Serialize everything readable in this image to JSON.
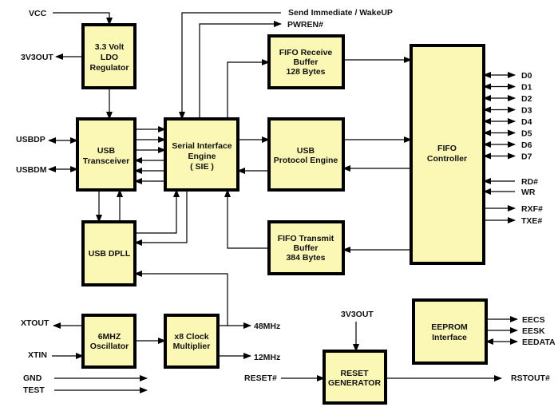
{
  "title": "USB FIFO Interface Block Diagram",
  "blocks": {
    "ldo": [
      "3.3 Volt",
      "LDO",
      "Regulator"
    ],
    "transceiver": [
      "USB",
      "Transceiver"
    ],
    "sie": [
      "Serial Interface",
      "Engine",
      "( SIE )"
    ],
    "fifo_rx": [
      "FIFO Receive",
      "Buffer",
      "128 Bytes"
    ],
    "protocol": [
      "USB",
      "Protocol Engine"
    ],
    "fifo_ctrl": [
      "FIFO",
      "Controller"
    ],
    "dpll": [
      "USB DPLL"
    ],
    "fifo_tx": [
      "FIFO Transmit",
      "Buffer",
      "384 Bytes"
    ],
    "osc": [
      "6MHZ",
      "Oscillator"
    ],
    "clkmul": [
      "x8 Clock",
      "Multiplier"
    ],
    "reset": [
      "RESET",
      "GENERATOR"
    ],
    "eeprom": [
      "EEPROM",
      "Interface"
    ]
  },
  "signals": {
    "vcc": "VCC",
    "v3out_left": "3V3OUT",
    "usbdp": "USBDP",
    "usbdm": "USBDM",
    "send_immediate": "Send Immediate / WakeUP",
    "pwren": "PWREN#",
    "data_bus": [
      "D0",
      "D1",
      "D2",
      "D3",
      "D4",
      "D5",
      "D6",
      "D7"
    ],
    "rd": "RD#",
    "wr": "WR",
    "rxf": "RXF#",
    "txe": "TXE#",
    "xtout": "XTOUT",
    "xtin": "XTIN",
    "gnd": "GND",
    "test": "TEST",
    "mhz48": "48MHz",
    "mhz12": "12MHz",
    "v3out_reset": "3V3OUT",
    "reset_in": "RESET#",
    "rstout": "RSTOUT#",
    "eecs": "EECS",
    "eesk": "EESK",
    "eedata": "EEDATA"
  },
  "colors": {
    "block_fill": "#fbf8b6",
    "block_border": "#000000"
  }
}
